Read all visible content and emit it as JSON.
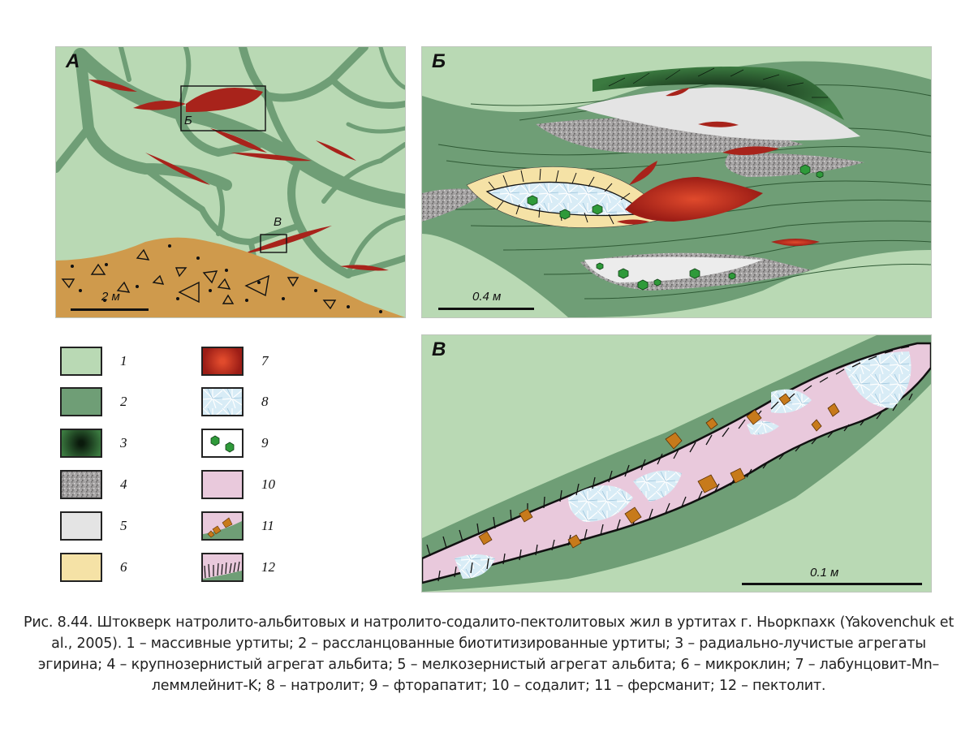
{
  "panels": {
    "a": {
      "letter": "А",
      "scale": "2 м",
      "insets": [
        "Б",
        "В"
      ]
    },
    "b": {
      "letter": "Б",
      "scale": "0.4 м"
    },
    "c": {
      "letter": "В",
      "scale": "0.1 м"
    }
  },
  "legend": [
    {
      "num": "1"
    },
    {
      "num": "2"
    },
    {
      "num": "3"
    },
    {
      "num": "4"
    },
    {
      "num": "5"
    },
    {
      "num": "6"
    },
    {
      "num": "7"
    },
    {
      "num": "8"
    },
    {
      "num": "9"
    },
    {
      "num": "10"
    },
    {
      "num": "11"
    },
    {
      "num": "12"
    }
  ],
  "caption": "Рис. 8.44. Штокверк натролито-альбитовых и натролито-содалито-пектолитовых жил в уртитах г. Ньоркпахк (Yakovenchuk et al., 2005). 1 – массивные уртиты; 2 – рассланцованные биотитизированные уртиты; 3 – радиально-лучистые агрегаты эгирина; 4 – крупнозернистый агрегат альбита; 5 – мелкозернистый агрегат альбита; 6 – микроклин; 7 – лабунцовит-Mn–леммлейнит-K; 8 – натролит; 9 – фторапатит; 10 – содалит; 11 – ферсманит; 12 – пектолит.",
  "colors": {
    "massive_urtite": "#b9d9b4",
    "schistose_urtite": "#6f9e76",
    "aegirine": "#2e5c34",
    "coarse_albite": "#9a9898",
    "fine_albite": "#e4e4e4",
    "microcline": "#f5e2a6",
    "labuntsovite": "#a8231b",
    "natrolite": "#cfe6f2",
    "fluorapatite": "#2f9a3a",
    "sodalite": "#e9c9dc",
    "fersmanite": "#c77a1b",
    "pectolite": "#111111",
    "host_rock": "#cf9a4c"
  }
}
